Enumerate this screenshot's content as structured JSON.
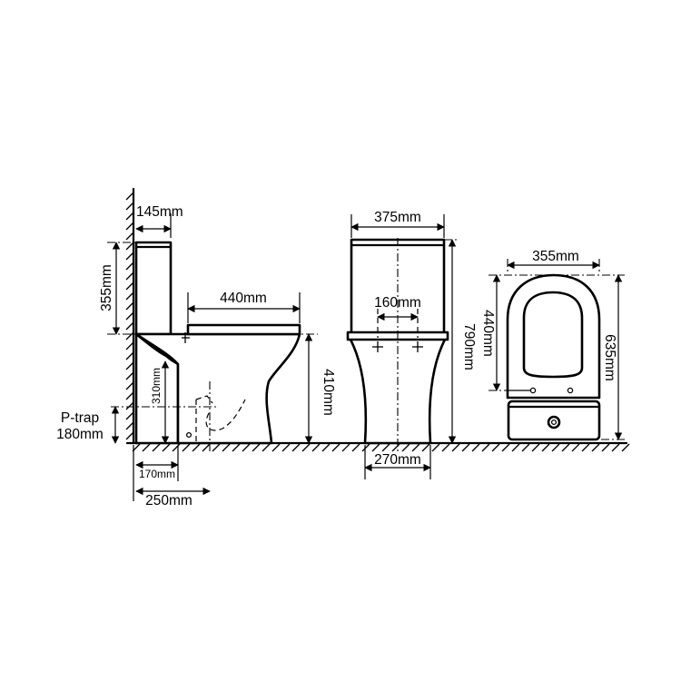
{
  "side_view": {
    "cistern_depth": "145mm",
    "cistern_height": "355mm",
    "seat_length": "440mm",
    "inlet_height": "310mm",
    "bowl_height": "410mm",
    "ptrap_label": "P-trap",
    "ptrap_height": "180mm",
    "wall_to_foot": "170mm",
    "wall_to_outlet": "250mm"
  },
  "front_view": {
    "cistern_width": "375mm",
    "fixing_spacing": "160mm",
    "total_height": "790mm",
    "base_width": "270mm"
  },
  "top_view": {
    "seat_width": "355mm",
    "seat_length": "440mm",
    "total_depth": "635mm"
  },
  "colors": {
    "line": "#000000",
    "background": "#ffffff"
  }
}
